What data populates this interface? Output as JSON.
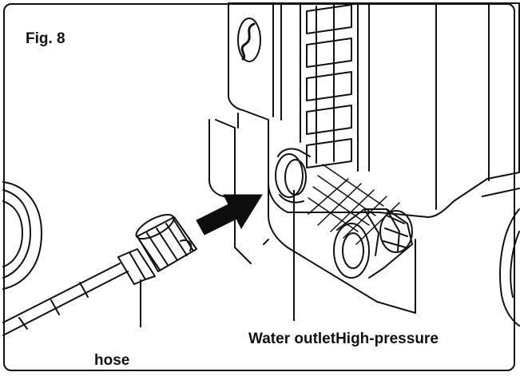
{
  "figure": {
    "title": "Fig. 8",
    "labels": {
      "hose": "hose",
      "water_outlet": "Water outletHigh-pressure"
    }
  },
  "icons": {
    "arrow": "arrow-right-icon",
    "logo": "brand-logo-icon"
  },
  "colors": {
    "line": "#111111",
    "background": "#ffffff",
    "arrow": "#0d0d0d"
  }
}
